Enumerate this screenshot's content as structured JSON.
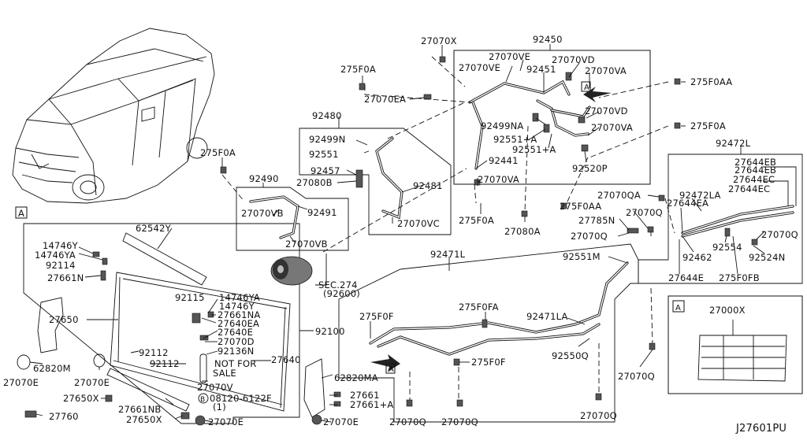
{
  "diagram_id": "J27601PU",
  "view_marker": "A",
  "labels": {
    "l27070X": "27070X",
    "l92450": "92450",
    "l275F0A_top": "275F0A",
    "l27070VE_1": "27070VE",
    "l27070VD_1": "27070VD",
    "l27070VE_2": "27070VE",
    "l92451": "92451",
    "l27070VA_1": "27070VA",
    "l275F0AA_top": "275F0AA",
    "l27070EA": "27070EA",
    "l27070VD_2": "27070VD",
    "l92480": "92480",
    "l92499NA": "92499NA",
    "l27070VA_2": "27070VA",
    "l92499N": "92499N",
    "l92551plusA_1": "92551+A",
    "l275F0A_right": "275F0A",
    "l92551": "92551",
    "l92551plusA_2": "92551+A",
    "l92472L": "92472L",
    "l275F0A_left": "275F0A",
    "l92441": "92441",
    "l92520P": "92520P",
    "l27644EB_1": "27644EB",
    "l92457": "92457",
    "l27644EB_2": "27644EB",
    "l92490": "92490",
    "l27080B": "27080B",
    "l92481": "92481",
    "l27070VA_3": "27070VA",
    "l27644EC_1": "27644EC",
    "l27644EC_2": "27644EC",
    "l27070QA": "27070QA",
    "l92472LA": "92472LA",
    "l27070VB_1": "27070VB",
    "l92491": "92491",
    "l275F0AA_mid": "275F0AA",
    "l27644EA": "27644EA",
    "l27070Q_1": "27070Q",
    "l275F0A_mid": "275F0A",
    "l27070VC": "27070VC",
    "l27785N": "27785N",
    "l62542Y": "62542Y",
    "l27080A": "27080A",
    "l27070Q_2": "27070Q",
    "l14746Y_1": "14746Y",
    "l27070VB_2": "27070VB",
    "l92471L": "92471L",
    "l27070Q_3": "27070Q",
    "l14746YA_1": "14746YA",
    "l92462": "92462",
    "l92554": "92554",
    "l92551M": "92551M",
    "l92524N": "92524N",
    "l92114": "92114",
    "l27644E": "27644E",
    "l275F0FB": "275F0FB",
    "l27661N": "27661N",
    "l SEC274": "SEC.274",
    "lSEC274": "SEC.274",
    "l92600": "(92600)",
    "l92115": "92115",
    "l14746YA_2": "14746YA",
    "l275F0FA": "275F0FA",
    "l27000X": "27000X",
    "l14746Y_2": "14746Y",
    "l27661NA": "27661NA",
    "l275F0F_1": "275F0F",
    "l92471LA": "92471LA",
    "l27650": "27650",
    "l27640EA": "27640EA",
    "l92100": "92100",
    "l27640E": "27640E",
    "l27070D": "27070D",
    "l92112_1": "92112",
    "l92136N": "92136N",
    "l92550Q": "92550Q",
    "l92112_2": "92112",
    "l27640": "27640",
    "lNotFor": "NOT FOR",
    "lSale": "SALE",
    "l275F0F_2": "275F0F",
    "l62820M": "62820M",
    "l62820MA": "62820MA",
    "l27070Q_4": "27070Q",
    "l27070E_1": "27070E",
    "l27070E_2": "27070E",
    "l27070V": "27070V",
    "l08120": "08120-6122F",
    "l08120qty": "(1)",
    "l27661": "27661",
    "l27650X_1": "27650X",
    "l27661NB": "27661NB",
    "l27661plusA": "27661+A",
    "l27650X_2": "27650X",
    "l27070E_3": "27070E",
    "l27070E_4": "27070E",
    "l27070Q_5": "27070Q",
    "l27070Q_6": "27070Q",
    "l27070Q_7": "27070Q",
    "l27760": "27760",
    "lB": "B",
    "lA_car": "A",
    "lA_arrow1": "A",
    "lA_arrow2": "A",
    "lA_box": "A"
  }
}
